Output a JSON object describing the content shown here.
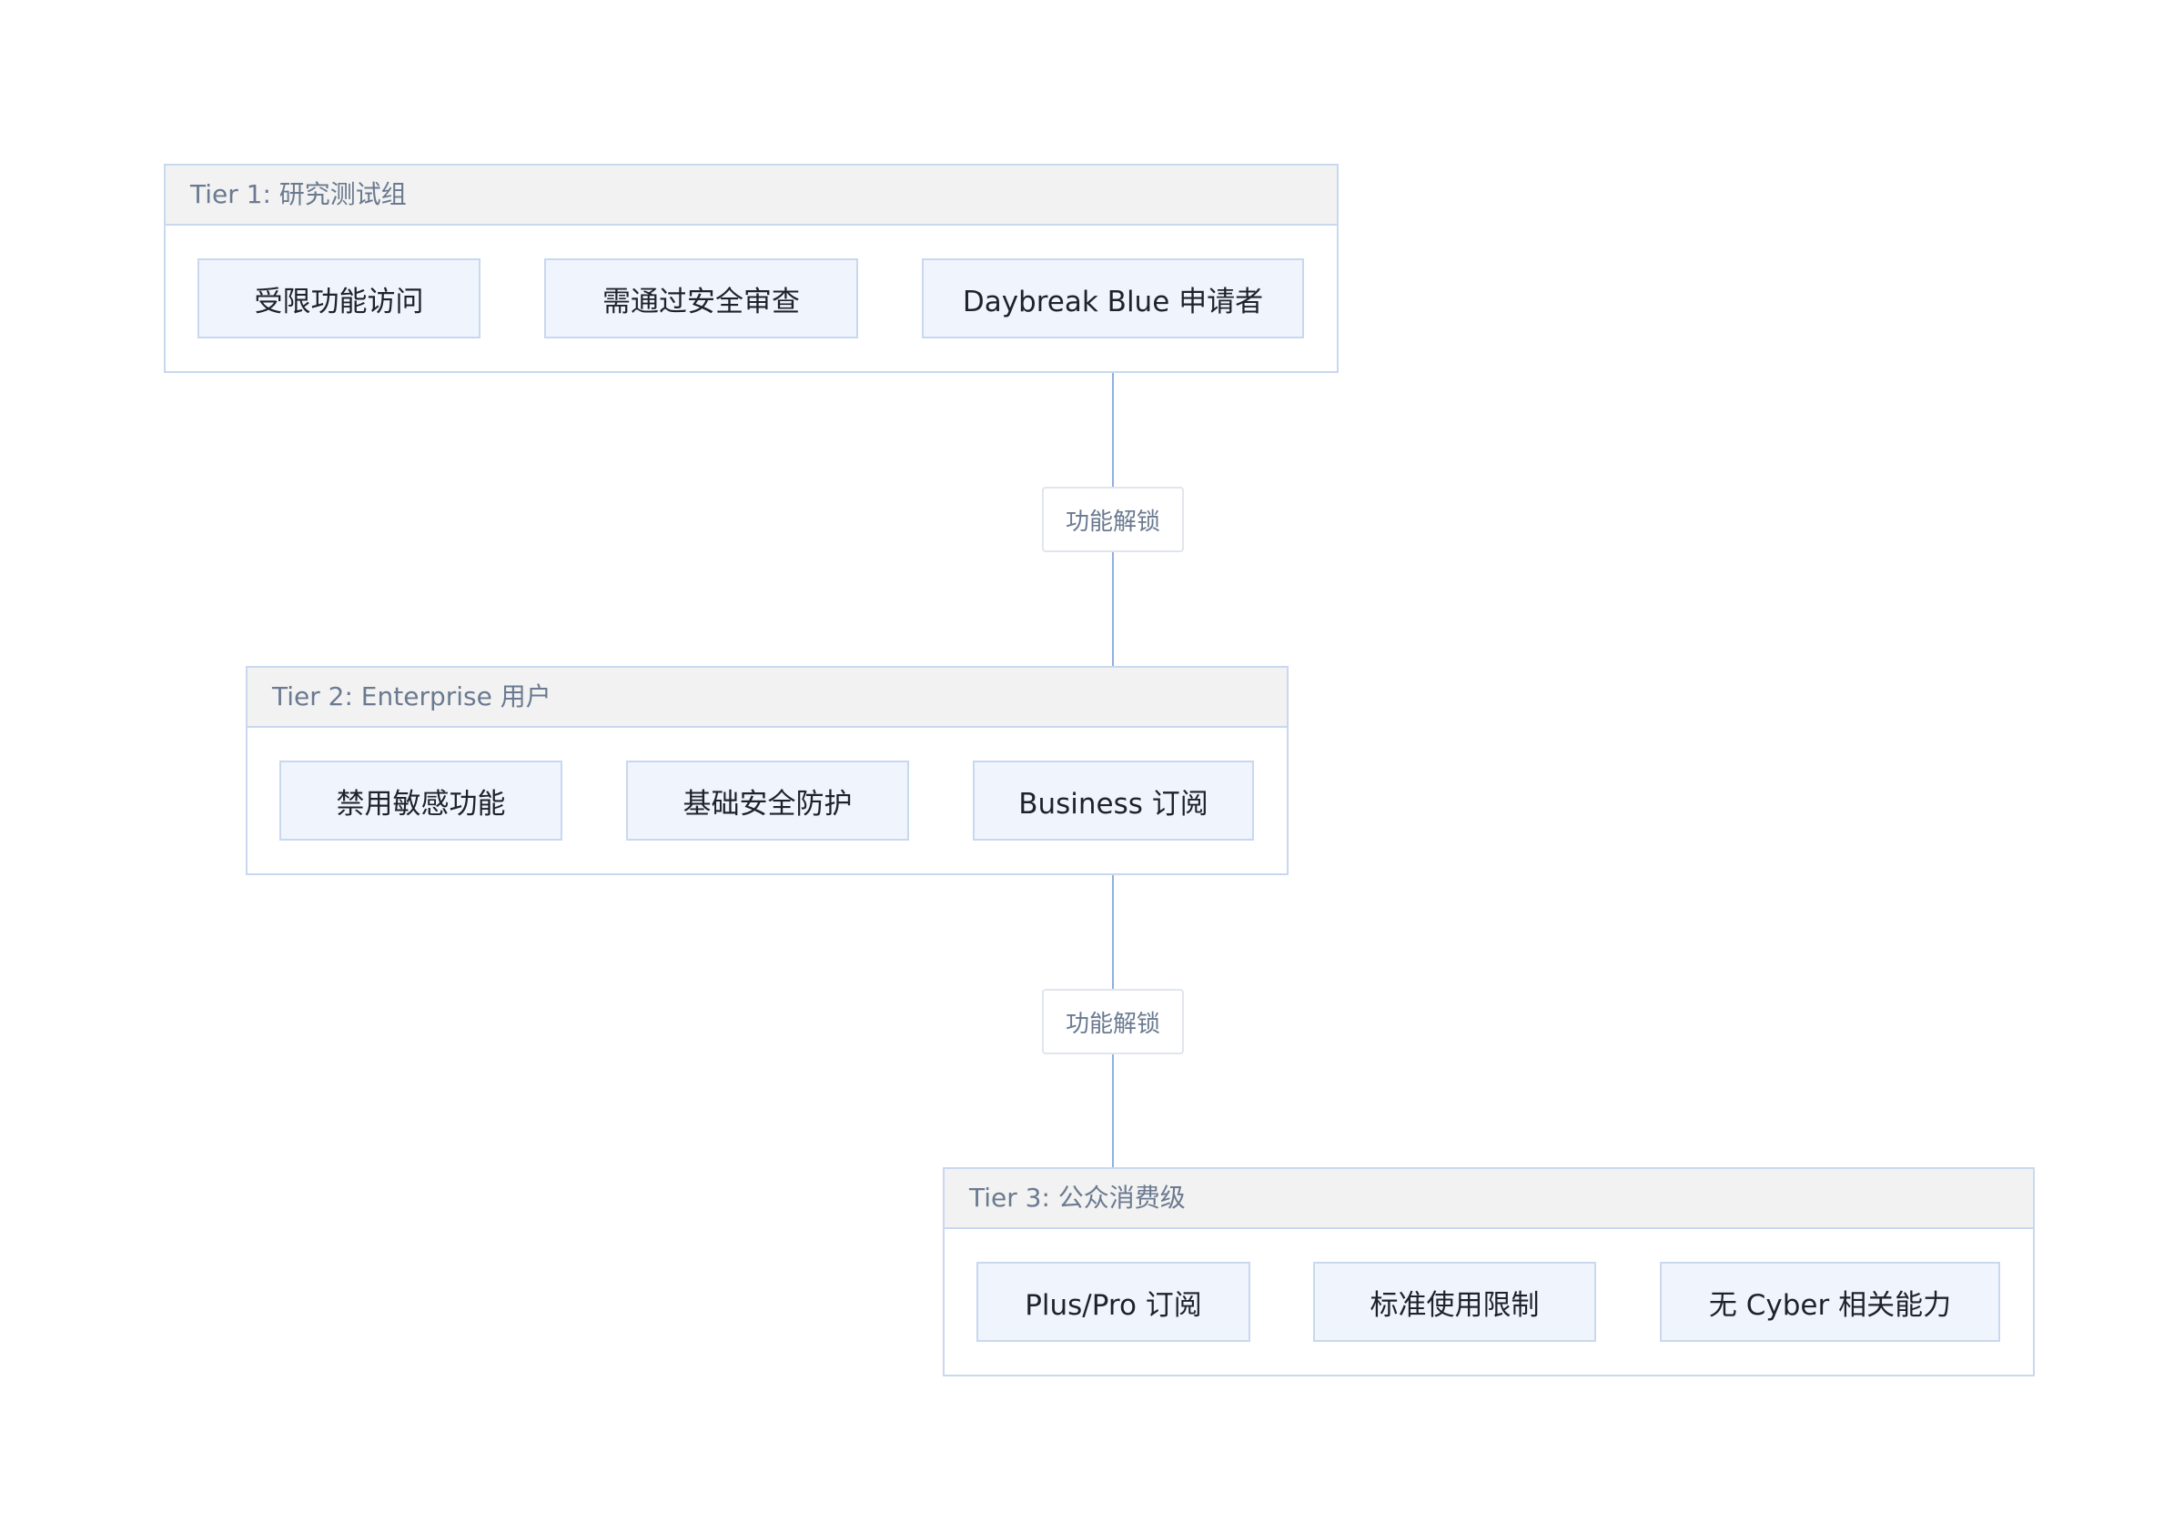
{
  "colors": {
    "tier_border": "#c9d8ef",
    "tier_header_bg": "#f2f2f2",
    "header_text": "#6b7a90",
    "node_bg": "#f0f5fd",
    "node_border": "#c9d8ef",
    "node_text": "#1f2329",
    "edge": "#8fb0e0",
    "arrowhead": "#3a6fd1"
  },
  "tiers": [
    {
      "title": "Tier 1: 研究测试组",
      "nodes": [
        "受限功能访问",
        "需通过安全审查",
        "Daybreak Blue 申请者"
      ]
    },
    {
      "title": "Tier 2: Enterprise 用户",
      "nodes": [
        "禁用敏感功能",
        "基础安全防护",
        "Business 订阅"
      ]
    },
    {
      "title": "Tier 3: 公众消费级",
      "nodes": [
        "Plus/Pro 订阅",
        "标准使用限制",
        "无 Cyber 相关能力"
      ]
    }
  ],
  "edges": [
    {
      "from": "Daybreak Blue 申请者",
      "to": "Business 订阅",
      "label": "功能解锁"
    },
    {
      "from": "Business 订阅",
      "to": "Plus/Pro 订阅",
      "label": "功能解锁"
    }
  ]
}
